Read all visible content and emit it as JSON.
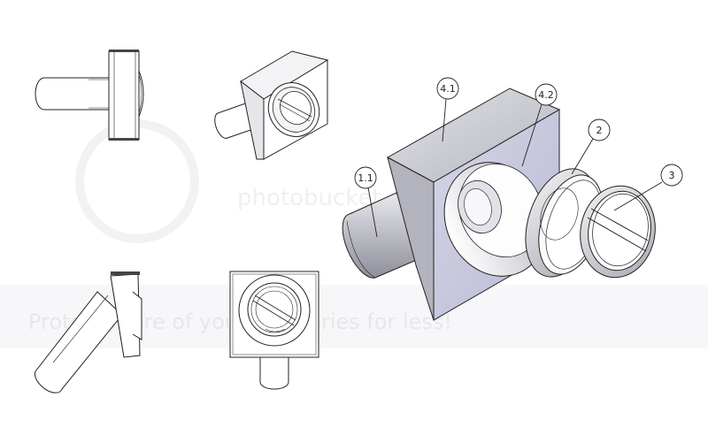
{
  "balloons": [
    {
      "id": "4.1",
      "label": "4.1"
    },
    {
      "id": "4.2",
      "label": "4.2"
    },
    {
      "id": "1.1",
      "label": "1.1"
    },
    {
      "id": "2",
      "label": "2"
    },
    {
      "id": "3",
      "label": "3"
    }
  ],
  "watermark": {
    "line1": "photobucket",
    "line2": "Protect more of your memories for less!"
  },
  "colors": {
    "line": "#222222",
    "face_light": "#f4f4f6",
    "face_mid": "#d8d8de",
    "face_dark": "#a6a6b0",
    "face_front": "#c9c9e0",
    "watermark_band": "#f6f6f8"
  }
}
